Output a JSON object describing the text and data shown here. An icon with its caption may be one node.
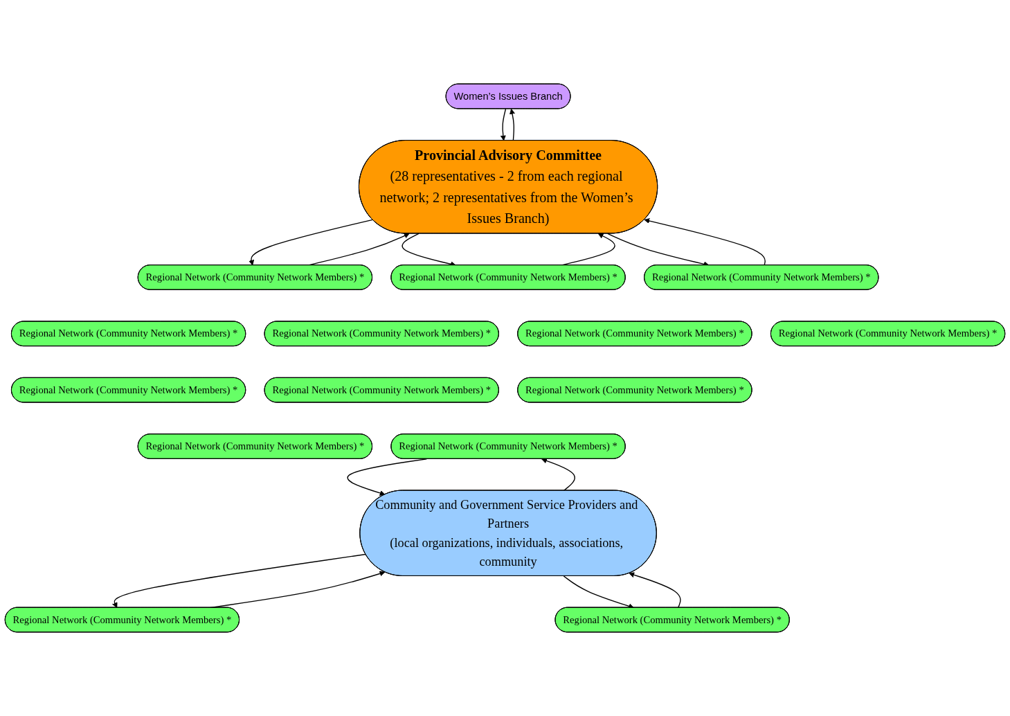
{
  "diagram": {
    "nodes": [
      {
        "text": [
          "Women’s Issues Branch"
        ]
      },
      {
        "text": [
          "Provincial Advisory Committee",
          "(28 representatives - 2 from each regional network; 2 representatives from the Women’s Issues Branch)"
        ]
      },
      {
        "text": [
          "Regional Network (Community Network Members) *"
        ]
      },
      {
        "text": [
          "Regional Network (Community Network Members) *"
        ]
      },
      {
        "text": [
          "Regional Network (Community Network Members) *"
        ]
      },
      {
        "text": [
          "Regional Network (Community Network Members) *"
        ]
      },
      {
        "text": [
          "Regional Network (Community Network Members) *"
        ]
      },
      {
        "text": [
          "Regional Network (Community Network Members) *"
        ]
      },
      {
        "text": [
          "Regional Network (Community Network Members) *"
        ]
      },
      {
        "text": [
          "Regional Network (Community Network Members) *"
        ]
      },
      {
        "text": [
          "Regional Network (Community Network Members) *"
        ]
      },
      {
        "text": [
          "Regional Network (Community Network Members) *"
        ]
      },
      {
        "text": [
          "Regional Network (Community Network Members) *"
        ]
      },
      {
        "text": [
          "Regional Network (Community Network Members) *"
        ]
      },
      {
        "text": [
          "Regional Network (Community Network Members) *"
        ]
      },
      {
        "text": [
          "Regional Network (Community Network Members) *"
        ]
      },
      {
        "text": [
          "Community and Government Service Providers and Partners",
          "(local organizations, individuals, associations, community"
        ]
      }
    ],
    "edges": [
      {
        "from": 0,
        "to": 1,
        "arrow": "to"
      },
      {
        "from": 1,
        "to": 0,
        "arrow": "to"
      },
      {
        "from": 1,
        "to": 2,
        "arrow": "to"
      },
      {
        "from": 2,
        "to": 1,
        "arrow": "to"
      },
      {
        "from": 1,
        "to": 3,
        "arrow": "to"
      },
      {
        "from": 3,
        "to": 1,
        "arrow": "to"
      },
      {
        "from": 1,
        "to": 4,
        "arrow": "to"
      },
      {
        "from": 4,
        "to": 1,
        "arrow": "to"
      },
      {
        "from": 12,
        "to": 16,
        "arrow": "to"
      },
      {
        "from": 16,
        "to": 12,
        "arrow": "to"
      },
      {
        "from": 13,
        "to": 16,
        "arrow": "to"
      },
      {
        "from": 16,
        "to": 13,
        "arrow": "to"
      },
      {
        "from": 16,
        "to": 15,
        "arrow": "to"
      },
      {
        "from": 15,
        "to": 16,
        "arrow": "to"
      }
    ]
  }
}
